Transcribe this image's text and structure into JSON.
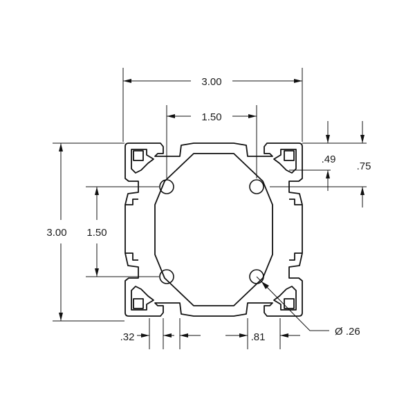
{
  "dimensions": {
    "overall_width": "3.00",
    "hole_spacing_horizontal": "1.50",
    "overall_height": "3.00",
    "hole_spacing_vertical": "1.50",
    "edge_to_hole": ".49",
    "edge_to_slot_center": ".75",
    "slot_opening_left": ".32",
    "slot_opening_center": ".81",
    "hole_diameter": "Ø .26"
  }
}
